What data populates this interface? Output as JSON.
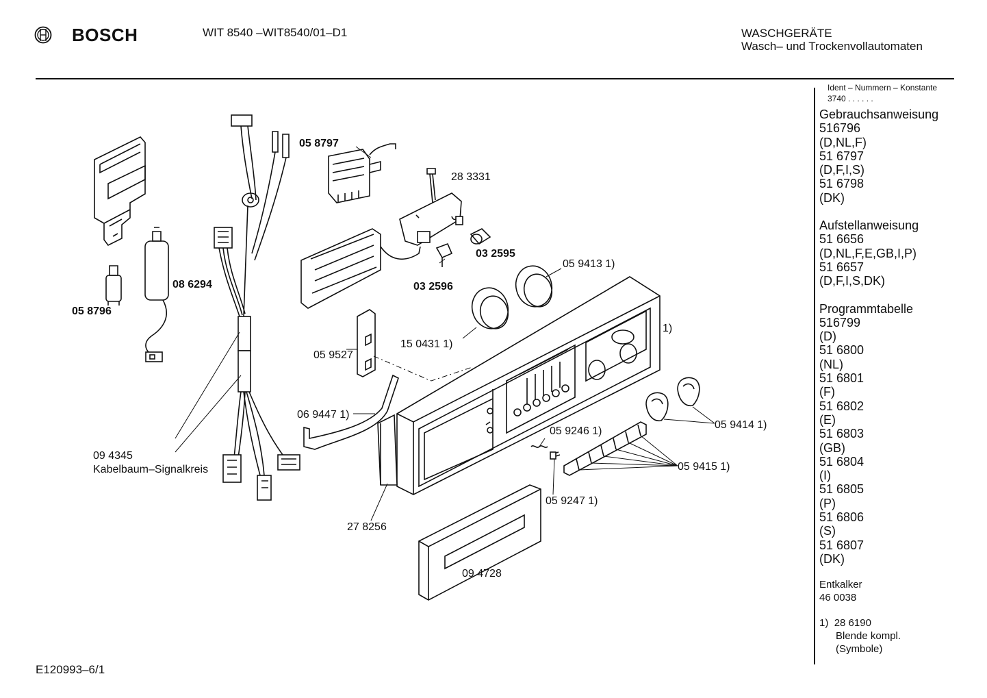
{
  "header": {
    "brand": "BOSCH",
    "model": "WIT 8540 –WIT8540/01–D1",
    "category": "WASCHGERÄTE",
    "subcategory": "Wasch– und Trockenvollautomaten",
    "logo_icon": "bosch-armature-icon"
  },
  "sidebar": {
    "ident_header": "Ident – Nummern – Konstante",
    "konstante": "3740 . .  . . . .",
    "groups": [
      {
        "title": "Gebrauchsanweisung",
        "lines": [
          "516796",
          "(D,NL,F)",
          "51 6797",
          "(D,F,I,S)",
          "51 6798",
          "(DK)"
        ]
      },
      {
        "title": "Aufstellanweisung",
        "lines": [
          "51 6656",
          "(D,NL,F,E,GB,I,P)",
          "51 6657",
          "(D,F,I,S,DK)"
        ]
      },
      {
        "title": "Programmtabelle",
        "lines": [
          "516799",
          "(D)",
          "51 6800",
          "(NL)",
          "51 6801",
          "(F)",
          "51 6802",
          "(E)",
          "51 6803",
          "(GB)",
          "51 6804",
          "(I)",
          "51 6805",
          "(P)",
          "51 6806",
          "(S)",
          "51 6807",
          "(DK)"
        ]
      }
    ],
    "entkalker_title": "Entkalker",
    "entkalker_number": "46 0038",
    "footnote_marker": "1)",
    "footnote_number": "28 6190",
    "footnote_text1": "Blende kompl.",
    "footnote_text2": "(Symbole)"
  },
  "labels": {
    "p058797": "05 8797",
    "p283331": "28 3331",
    "p086294": "08 6294",
    "p058796": "05 8796",
    "p032595": "03 2595",
    "p032596": "03 2596",
    "p059413": "05 9413 1)",
    "p150431": "15 0431 1)",
    "p059527": "05 9527",
    "p069447": "06 9447 1)",
    "p_one": "1)",
    "p059246": "05 9246 1)",
    "p059414": "05 9414 1)",
    "p059415": "05 9415 1)",
    "p059247": "05 9247 1)",
    "p094345": "09 4345",
    "p_kabel": "Kabelbaum–Signalkreis",
    "p278256": "27 8256",
    "p094728": "09 4728"
  },
  "footer": {
    "code": "E120993–6/1"
  }
}
